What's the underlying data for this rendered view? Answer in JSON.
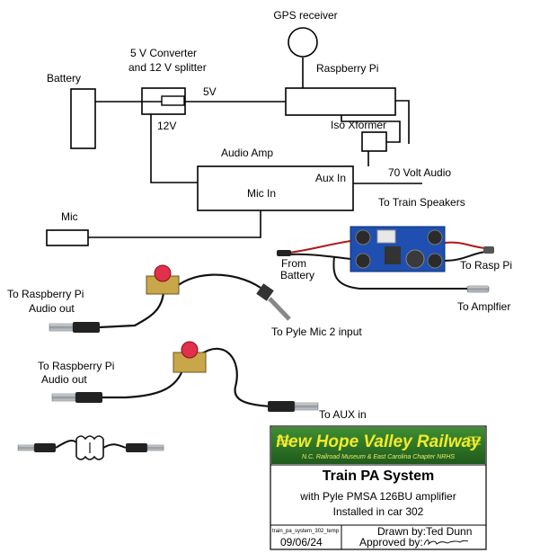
{
  "diagram": {
    "labels": {
      "gps": "GPS receiver",
      "converter_line1": "5 V Converter",
      "converter_line2": "and 12 V splitter",
      "battery": "Battery",
      "raspberry_pi": "Raspberry Pi",
      "v5": "5V",
      "v12": "12V",
      "iso_xformer": "Iso Xformer",
      "audio_amp": "Audio Amp",
      "aux_in": "Aux In",
      "mic_in": "Mic In",
      "volt70": "70 Volt Audio",
      "train_speakers": "To Train Speakers",
      "mic": "Mic",
      "from_battery_1": "From",
      "from_battery_2": "Battery",
      "to_rasp_pi": "To Rasp Pi",
      "to_amplifier": "To Amplfier",
      "rpi_audio_1a": "To Raspberry Pi",
      "rpi_audio_1b": "Audio out",
      "pyle_mic": "To Pyle Mic 2 input",
      "rpi_audio_2a": "To Raspberry Pi",
      "rpi_audio_2b": "Audio out",
      "aux_in_cable": "To AUX in"
    }
  },
  "title_block": {
    "banner_title": "New Hope Valley Railway",
    "banner_subtitle": "N.C. Railroad Museum & East Carolina Chapter NRHS",
    "title": "Train PA System",
    "line1": "with Pyle PMSA 126BU amplifier",
    "line2": "Installed in car 302",
    "filename": "train_pa_system_302_temp",
    "drawn_by_label": "Drawn by:",
    "drawn_by_name": "Ted Dunn",
    "approved_by_label": "Approved by:",
    "date": "09/06/24"
  },
  "colors": {
    "banner_green": "#2f7a2a",
    "banner_text": "#f3ea2a",
    "pcb_blue": "#1f4fb0",
    "transformer_red": "#e0304a",
    "transformer_body": "#c8a64a",
    "plug_silver": "#9aa0a6"
  }
}
